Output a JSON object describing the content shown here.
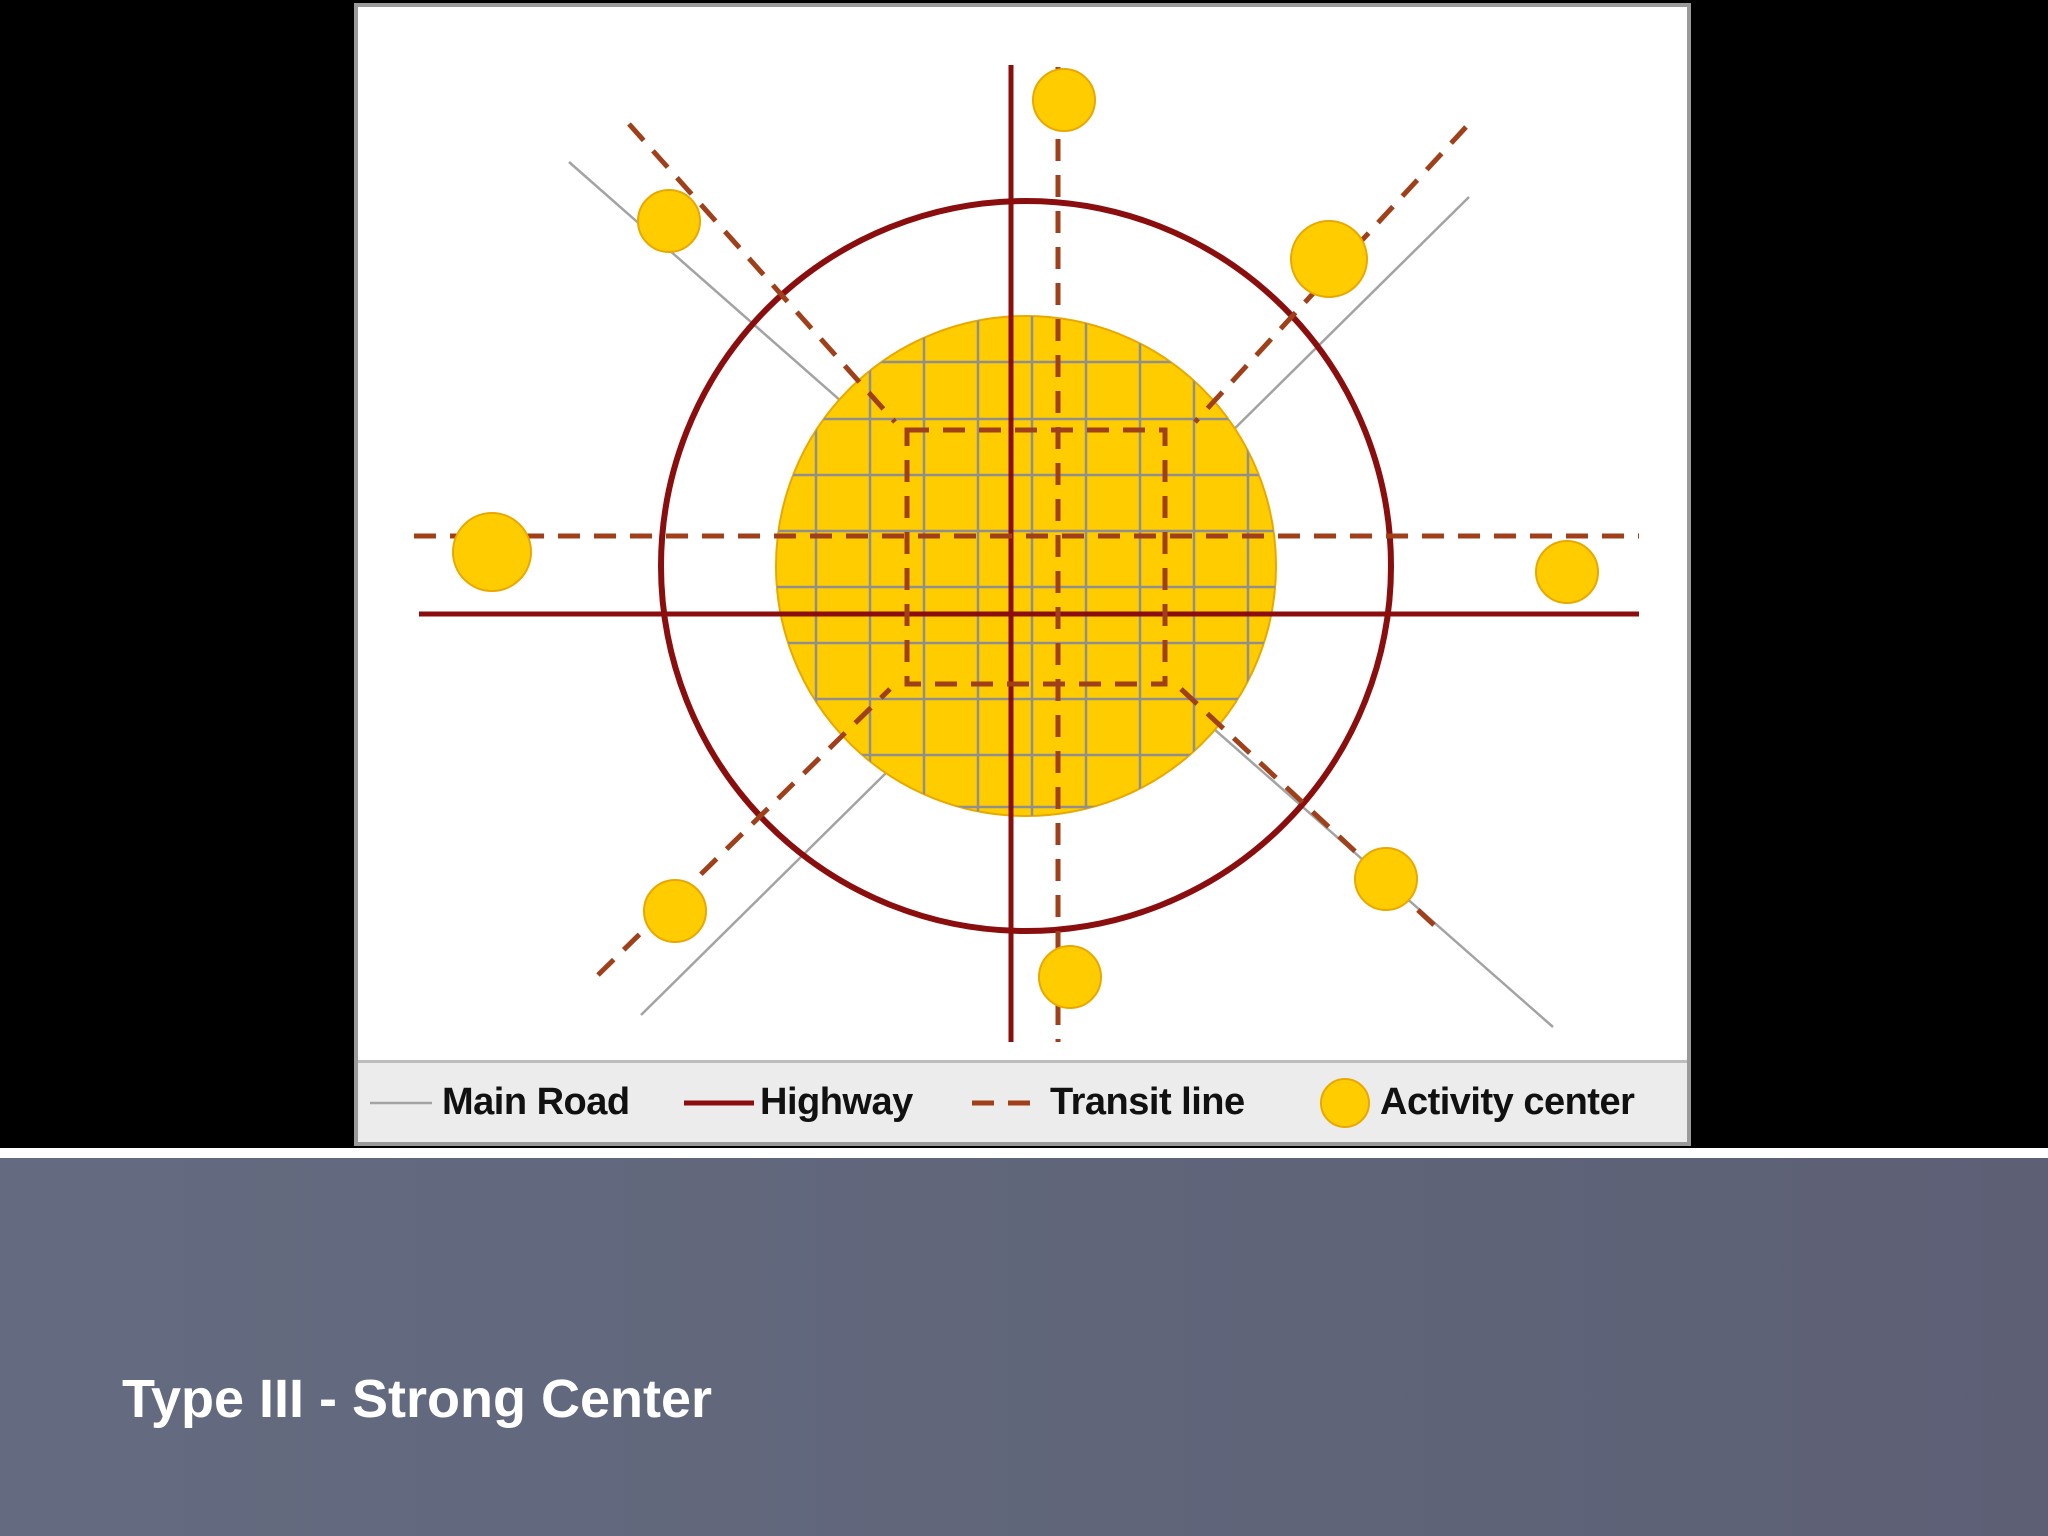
{
  "slide": {
    "title": "Type III - Strong Center"
  },
  "legend": {
    "main_road": "Main Road",
    "highway": "Highway",
    "transit_line": "Transit line",
    "activity_center": "Activity center"
  },
  "colors": {
    "main_road": "#a3a3a3",
    "highway": "#8b0e0e",
    "transit_line": "#a0401a",
    "activity_center": "#ffcc00",
    "grid": "#8f8f8f",
    "bottom_band": "#5e6277"
  }
}
